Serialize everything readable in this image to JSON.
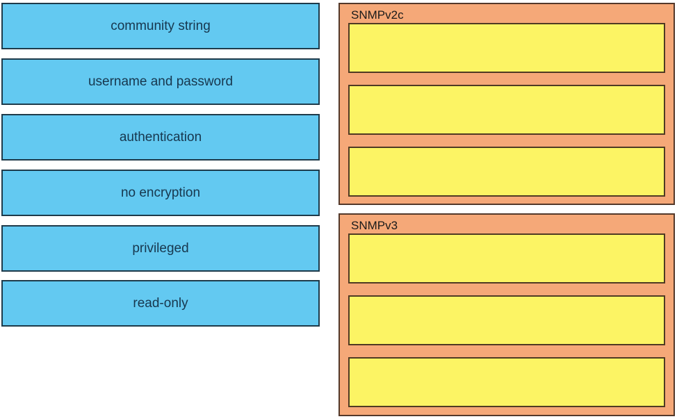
{
  "question": {
    "kind": "drag-and-drop-matching",
    "left_column_role": "draggable answer tokens",
    "right_column_role": "drop target groups with empty slots"
  },
  "tokens": [
    {
      "label": "community string"
    },
    {
      "label": "username and password"
    },
    {
      "label": "authentication"
    },
    {
      "label": "no encryption"
    },
    {
      "label": "privileged"
    },
    {
      "label": "read-only"
    }
  ],
  "groups": [
    {
      "title": "SNMPv2c",
      "slots": [
        "",
        "",
        ""
      ]
    },
    {
      "title": "SNMPv3",
      "slots": [
        "",
        "",
        ""
      ]
    }
  ],
  "colors": {
    "token_fill": "#63c9f1",
    "token_border": "#1e3a4a",
    "token_text": "#17374e",
    "group_fill": "#f5a878",
    "group_border": "#53382a",
    "slot_fill": "#fcf464",
    "slot_border": "#4f3a23",
    "label_text": "#1a1a1a",
    "page_background": "#ffffff"
  }
}
